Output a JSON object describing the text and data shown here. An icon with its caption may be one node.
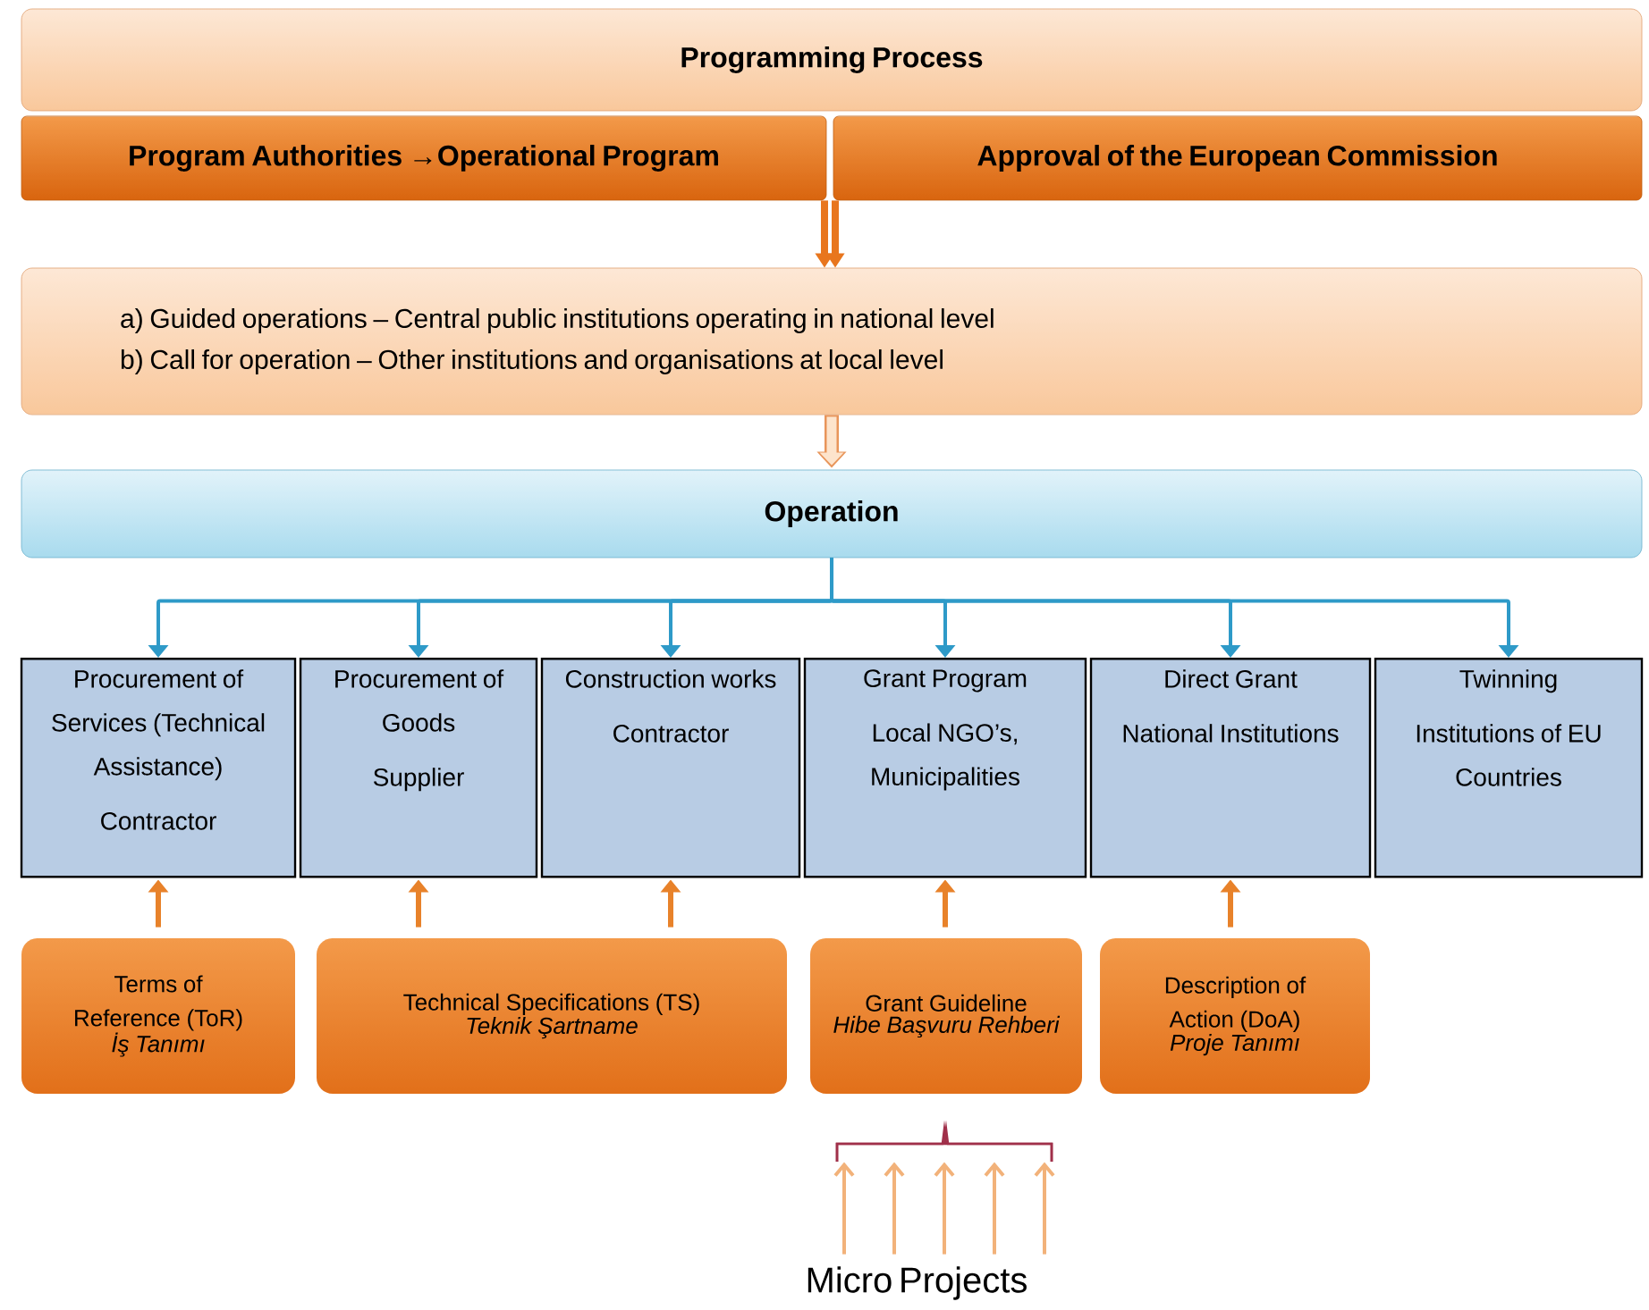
{
  "diagram": {
    "nodes": [
      {
        "text": [
          "Programming Process"
        ]
      },
      {
        "text": [
          "Program Authorities →Operational Program"
        ]
      },
      {
        "text": [
          "Approval of the European Commission"
        ]
      },
      {
        "text": [
          "a) Guided operations – Central public institutions operating in national level",
          "b) Call for operation – Other institutions and organisations at local level"
        ]
      },
      {
        "text": [
          "Operation"
        ]
      },
      {
        "text": [
          "Procurement of Services (Technical Assistance)",
          "Contractor"
        ]
      },
      {
        "text": [
          "Procurement of Goods",
          "Supplier"
        ]
      },
      {
        "text": [
          "Construction works",
          "Contractor"
        ]
      },
      {
        "text": [
          "Grant Program",
          "Local NGO’s, Municipalities"
        ]
      },
      {
        "text": [
          "Direct Grant",
          "National Institutions"
        ]
      },
      {
        "text": [
          "Twinning",
          "Institutions of EU Countries"
        ]
      },
      {
        "text": [
          "Terms of Reference (ToR)",
          "İş Tanımı"
        ]
      },
      {
        "text": [
          "Technical Specifications (TS)",
          "Teknik Şartname"
        ]
      },
      {
        "text": [
          "Grant Guideline",
          "Hibe Başvuru Rehberi"
        ]
      },
      {
        "text": [
          "Description of Action (DoA)",
          "Proje Tanımı"
        ]
      },
      {
        "text": [],
        "shape": "brace"
      },
      {
        "text": [
          "Micro Projects"
        ]
      }
    ],
    "edges": [
      {
        "from": 1,
        "to": 3,
        "arrow": "to",
        "style": "thick",
        "color": "#e8761e"
      },
      {
        "from": 2,
        "to": 3,
        "arrow": "to",
        "style": "thick",
        "color": "#e8761e"
      },
      {
        "from": 3,
        "to": 4,
        "arrow": "to",
        "style": "thick",
        "color": "#e8955a"
      },
      {
        "from": 4,
        "to": 5,
        "arrow": "to",
        "color": "#2e9ac8"
      },
      {
        "from": 4,
        "to": 6,
        "arrow": "to",
        "color": "#2e9ac8"
      },
      {
        "from": 4,
        "to": 7,
        "arrow": "to",
        "color": "#2e9ac8"
      },
      {
        "from": 4,
        "to": 8,
        "arrow": "to",
        "color": "#2e9ac8"
      },
      {
        "from": 4,
        "to": 9,
        "arrow": "to",
        "color": "#2e9ac8"
      },
      {
        "from": 4,
        "to": 10,
        "arrow": "to",
        "color": "#2e9ac8"
      },
      {
        "from": 11,
        "to": 5,
        "arrow": "to",
        "color": "#e8822a"
      },
      {
        "from": 12,
        "to": 6,
        "arrow": "to",
        "color": "#e8822a"
      },
      {
        "from": 12,
        "to": 7,
        "arrow": "to",
        "color": "#e8822a"
      },
      {
        "from": 13,
        "to": 8,
        "arrow": "to",
        "color": "#e8822a"
      },
      {
        "from": 14,
        "to": 9,
        "arrow": "to",
        "color": "#e8822a"
      },
      {
        "from": 16,
        "to": 15,
        "arrow": "to",
        "color": "#f2b27a"
      },
      {
        "from": 16,
        "to": 15,
        "arrow": "to",
        "color": "#f2b27a"
      },
      {
        "from": 16,
        "to": 15,
        "arrow": "to",
        "color": "#f2b27a"
      },
      {
        "from": 16,
        "to": 15,
        "arrow": "to",
        "color": "#f2b27a"
      },
      {
        "from": 16,
        "to": 15,
        "arrow": "to",
        "color": "#f2b27a"
      }
    ]
  }
}
